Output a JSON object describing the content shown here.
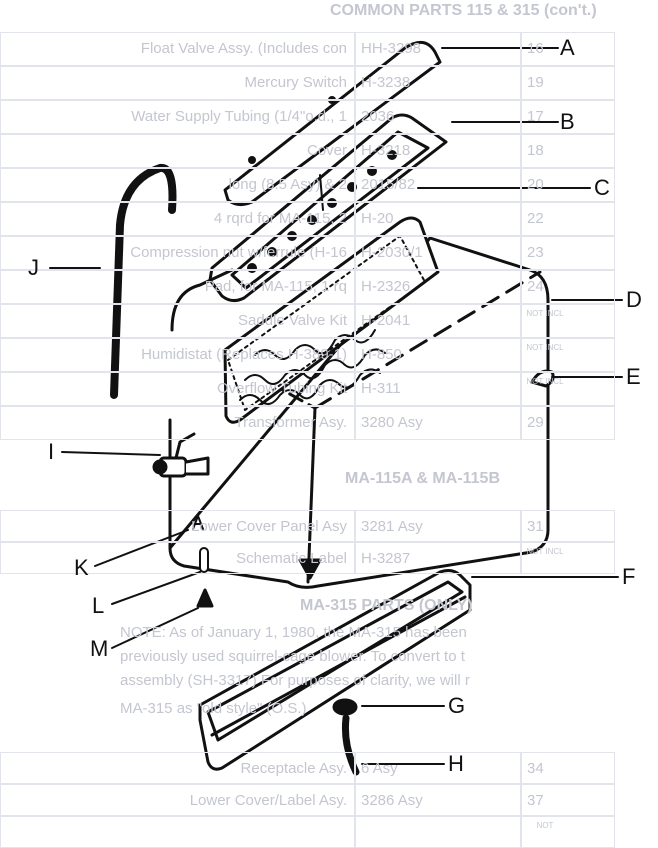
{
  "show_through": {
    "title": "COMMON PARTS 115 & 315 (con't.)",
    "rows": [
      {
        "no": "16",
        "part": "HH-3298",
        "desc": "Float Valve Assy. (Includes con"
      },
      {
        "no": "19",
        "part": "H-3238",
        "desc": "Mercury Switch"
      },
      {
        "no": "17",
        "part": "2036",
        "desc": "Water Supply Tubing (1/4\"o.d., 1"
      },
      {
        "no": "18",
        "part": "H-3218",
        "desc": "Cover"
      },
      {
        "no": "20",
        "part": "2015/82",
        "desc": "long (8.5 Asy) & 2"
      },
      {
        "no": "22",
        "part": "H-20",
        "desc": "4 rqrd for MA-115, 2"
      },
      {
        "no": "23",
        "part": "H-2030/1",
        "desc": "Compression nut w/ferrule (H-16"
      },
      {
        "no": "24",
        "part": "H-2326",
        "desc": "Pad, for MA-115, 1 rq"
      },
      {
        "no": "NOT INCL",
        "part": "H-2041",
        "desc": "Saddle Valve Kit"
      },
      {
        "no": "NOT INCL",
        "part": "H-850",
        "desc": "Humidistat (Replaces H-389-1)"
      },
      {
        "no": "NOT INCL",
        "part": "H-311",
        "desc": "Overflow Tubing Kit"
      },
      {
        "no": "29",
        "part": "3280 Asy",
        "desc": "Transformer Asy."
      }
    ],
    "section2": "MA-115A & MA-115B",
    "rows2": [
      {
        "no": "31",
        "part": "3281 Asy",
        "desc": "Lower Cover Panel Asy"
      },
      {
        "no": "NOT INCL",
        "part": "H-3287",
        "desc": "Schematic Label"
      }
    ],
    "section3": "MA-315 PARTS (ONLY)",
    "note": [
      "NOTE: As of January 1, 1980, the MA-315 has been",
      "previously used squirrel-cage blower. To convert to t",
      "assembly (SH-3317) For purposes of clarity, we will r",
      "MA-315 as \"old style\" (O.S.)"
    ],
    "rows3": [
      {
        "no": "34",
        "part": "6 Asy",
        "desc": "Receptacle Asy."
      },
      {
        "no": "37",
        "part": "3286 Asy",
        "desc": "Lower Cover/Label Asy."
      },
      {
        "no": "NOT",
        "part": "",
        "desc": ""
      }
    ]
  },
  "labels": [
    "A",
    "B",
    "C",
    "D",
    "E",
    "F",
    "G",
    "H",
    "I",
    "J",
    "K",
    "L",
    "M"
  ],
  "colors": {
    "ink": "#111111",
    "show_through": "#d0d2da"
  }
}
